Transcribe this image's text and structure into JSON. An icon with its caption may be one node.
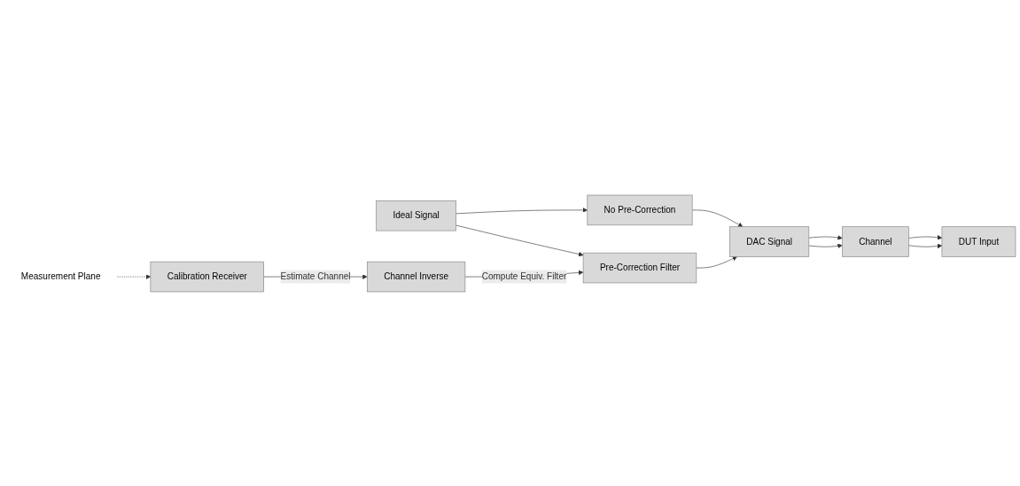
{
  "diagram": {
    "nodes": [
      {
        "text": [
          "Ideal Signal"
        ]
      },
      {
        "text": [
          "No Pre-Correction"
        ]
      },
      {
        "text": [
          "Pre-Correction Filter"
        ]
      },
      {
        "text": [
          "DAC Signal"
        ]
      },
      {
        "text": [
          "Channel"
        ]
      },
      {
        "text": [
          "DUT Input"
        ]
      },
      {
        "text": [
          "Channel Inverse"
        ]
      },
      {
        "text": [
          "Calibration Receiver"
        ]
      },
      {
        "text": [
          "Measurement Plane"
        ]
      }
    ],
    "edges": [
      {
        "from": 0,
        "to": 1,
        "arrow": "to"
      },
      {
        "from": 0,
        "to": 2,
        "arrow": "to"
      },
      {
        "from": 1,
        "to": 3,
        "arrow": "to"
      },
      {
        "from": 2,
        "to": 3,
        "arrow": "to"
      },
      {
        "from": 3,
        "to": 4,
        "arrow": "to"
      },
      {
        "from": 3,
        "to": 4,
        "arrow": "to"
      },
      {
        "from": 4,
        "to": 5,
        "arrow": "to"
      },
      {
        "from": 4,
        "to": 5,
        "arrow": "to"
      },
      {
        "from": 7,
        "to": 6,
        "label": "Estimate Channel",
        "arrow": "to"
      },
      {
        "from": 6,
        "to": 2,
        "label": "Compute Equiv. Filter",
        "arrow": "to"
      },
      {
        "from": 8,
        "to": 7,
        "arrow": "to",
        "style": "dashed"
      }
    ]
  }
}
